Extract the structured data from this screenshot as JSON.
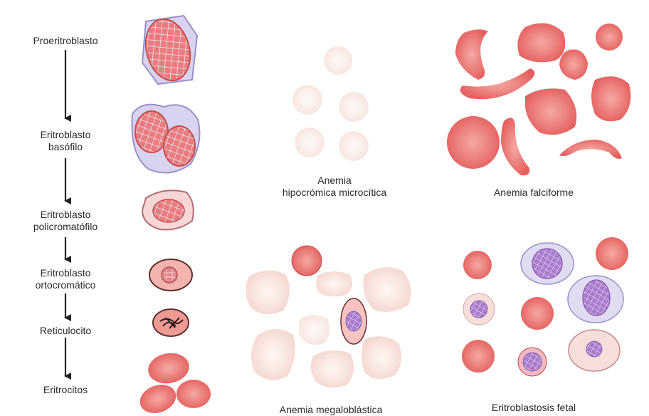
{
  "stages": [
    {
      "line1": "Proeritroblasto",
      "line2": ""
    },
    {
      "line1": "Eritroblasto",
      "line2": "basófilo"
    },
    {
      "line1": "Eritroblasto",
      "line2": "policromatófilo"
    },
    {
      "line1": "Eritroblasto",
      "line2": "ortocromático"
    },
    {
      "line1": "Reticulocito",
      "line2": ""
    },
    {
      "line1": "Eritrocitos",
      "line2": ""
    }
  ],
  "panels": {
    "hipocromica": {
      "line1": "Anemia",
      "line2": "hipocrómica microcítica"
    },
    "falciforme": {
      "line1": "Anemia falciforme"
    },
    "megaloblastica": {
      "line1": "Anemia megaloblástica"
    },
    "eritroblastosis": {
      "line1": "Eritroblastosis fetal"
    }
  },
  "colors": {
    "cell_red": "#e8736f",
    "cell_pale": "#f7dcd3",
    "nucleus_purple": "#a97ccc",
    "cytoplasm_blue": "#d9d3f0",
    "nucleus_red": "#e87c80"
  }
}
